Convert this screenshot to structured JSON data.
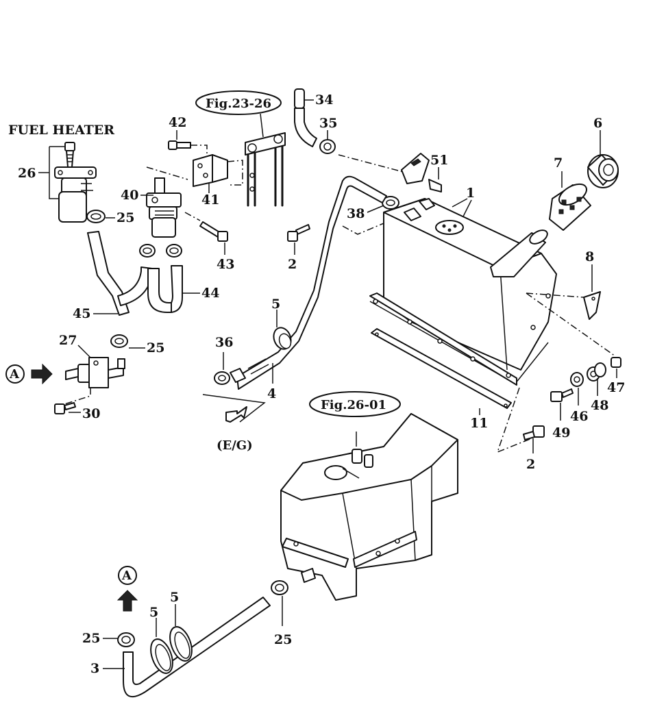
{
  "diagram": {
    "heading": "FUEL HEATER",
    "references": {
      "fig_23_26": "Fig.23-26",
      "fig_26_01": "Fig.26-01",
      "engine": "(E/G)"
    },
    "view_marker": "A",
    "callouts": {
      "c1": "1",
      "c2a": "2",
      "c2b": "2",
      "c3": "3",
      "c4": "4",
      "c5a": "5",
      "c5b": "5",
      "c5c": "5",
      "c6": "6",
      "c7": "7",
      "c8": "8",
      "c11": "11",
      "c25a": "25",
      "c25b": "25",
      "c25c": "25",
      "c25d": "25",
      "c26": "26",
      "c27": "27",
      "c30": "30",
      "c34": "34",
      "c35": "35",
      "c36": "36",
      "c38": "38",
      "c40": "40",
      "c41": "41",
      "c42": "42",
      "c43": "43",
      "c44": "44",
      "c45": "45",
      "c46": "46",
      "c47": "47",
      "c48": "48",
      "c49": "49",
      "c51": "51"
    }
  }
}
